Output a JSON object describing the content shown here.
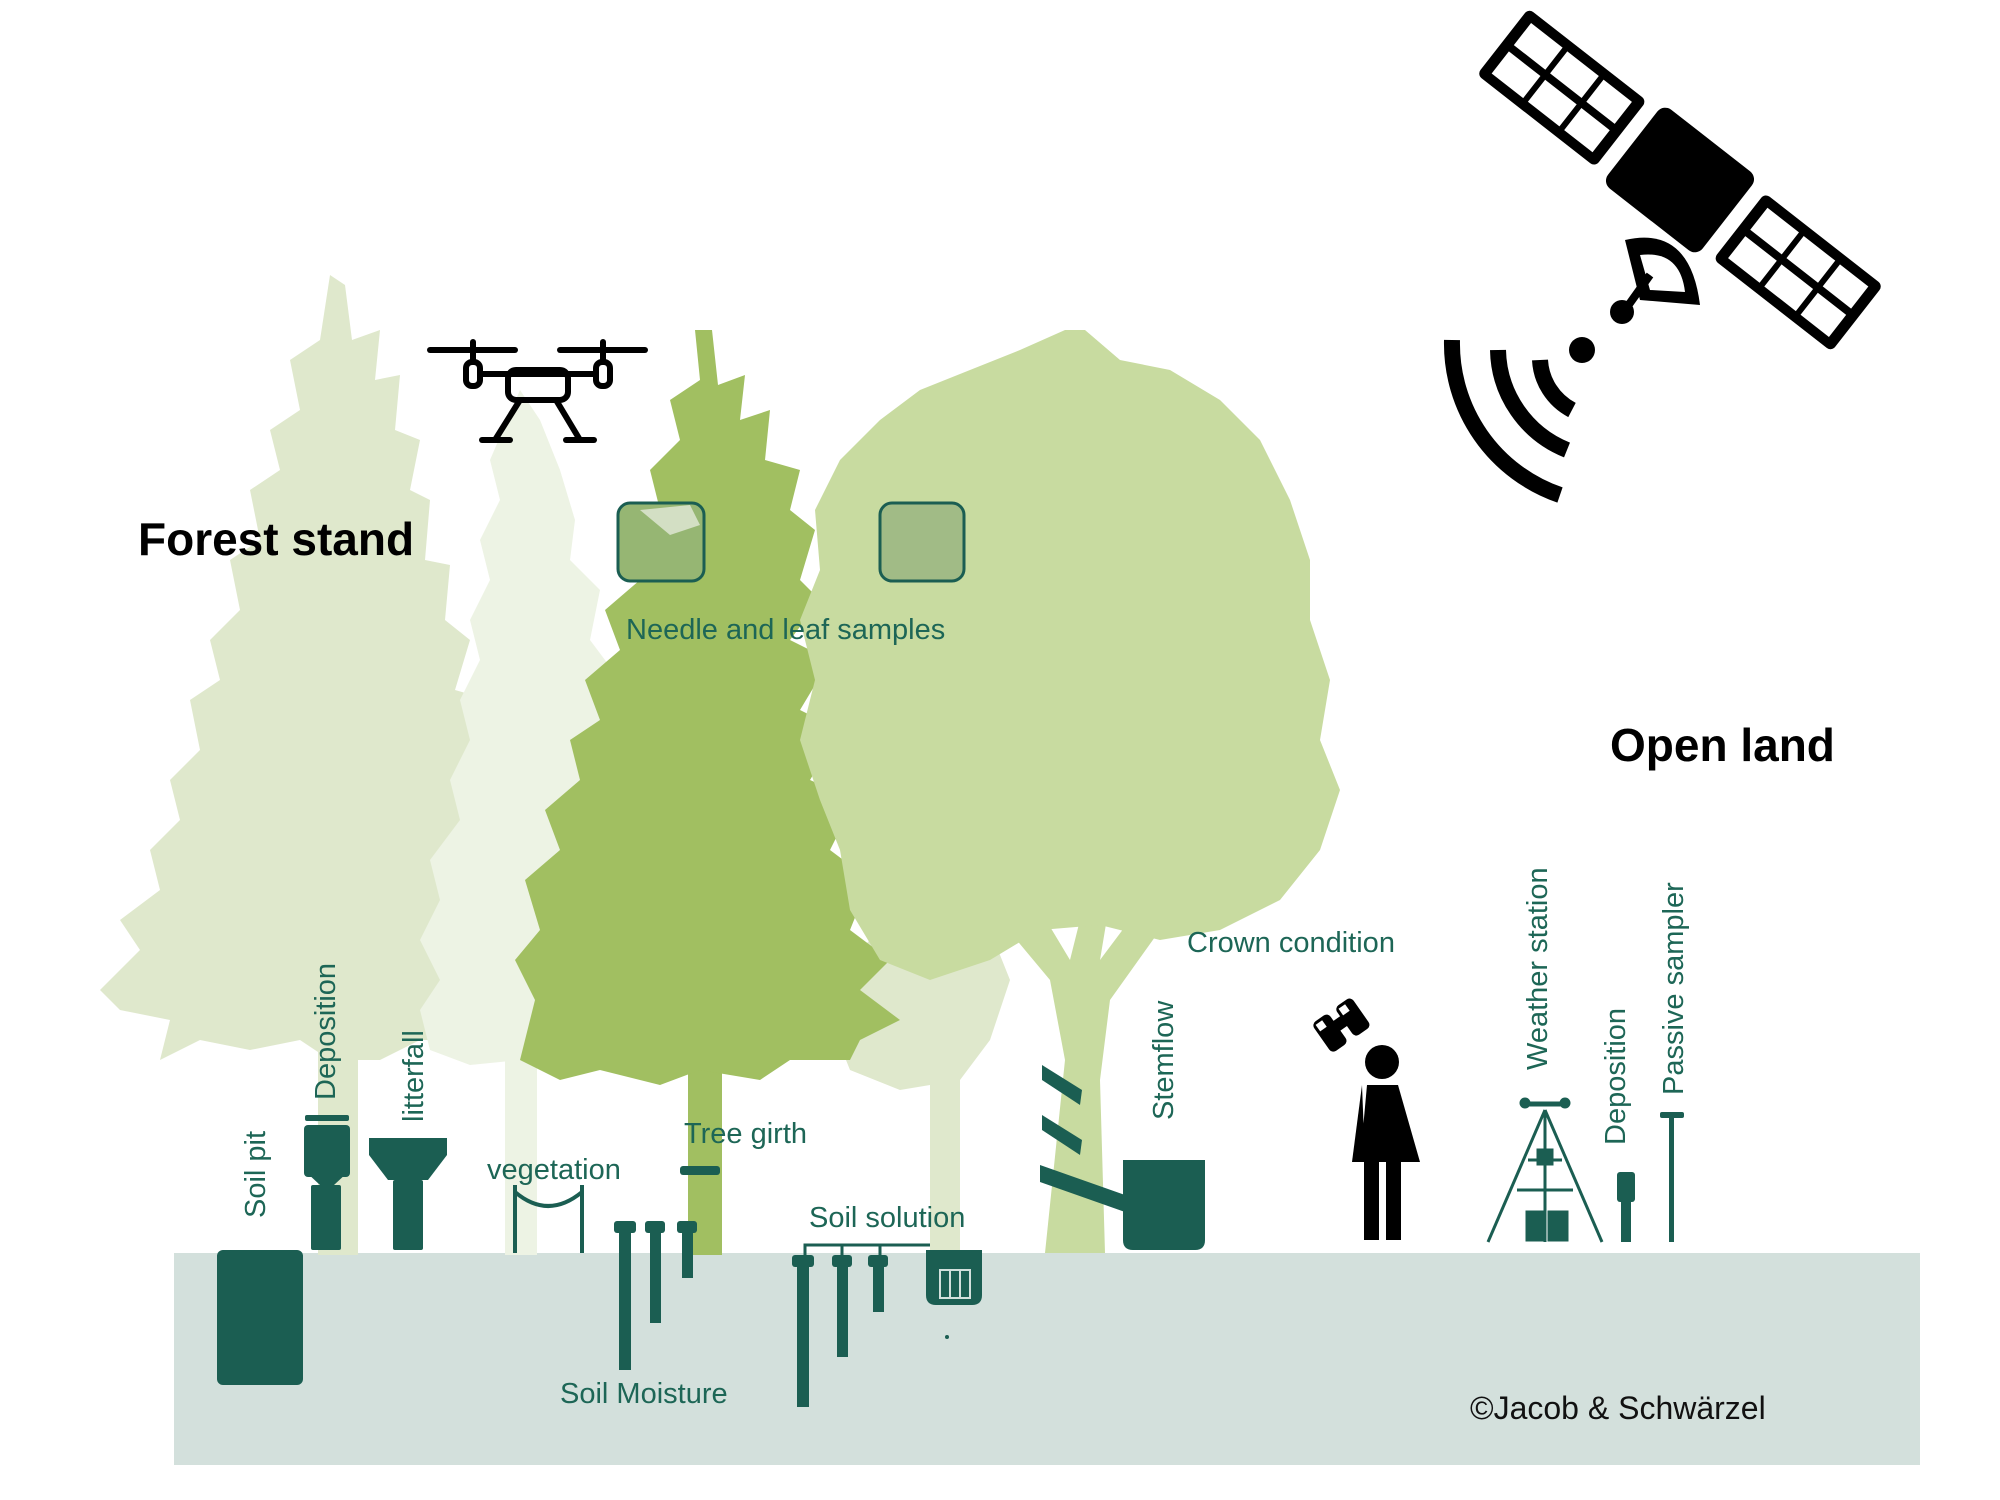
{
  "labels": {
    "forest_stand": "Forest stand",
    "open_land": "Open land",
    "needle_leaf_samples": "Needle and leaf samples",
    "crown_condition": "Crown condition",
    "soil_pit": "Soil pit",
    "deposition_forest": "Deposition",
    "litterfall": "litterfall",
    "vegetation": "vegetation",
    "tree_girth": "Tree girth",
    "soil_solution": "Soil solution",
    "soil_moisture": "Soil Moisture",
    "stemflow": "Stemflow",
    "weather_station": "Weather station",
    "deposition_open": "Deposition",
    "passive_sampler": "Passive sampler",
    "copyright": "©Jacob & Schwärzel"
  },
  "colors": {
    "instrument": "#1b5e52",
    "label": "#1d6656",
    "soil": "#d3e0dc",
    "tree_pale": "#dfe8cc",
    "tree_mid": "#d6e4bb",
    "tree_spruce": "#a1bf61",
    "tree_beech": "#c8dba0",
    "tree_faint": "#edf3e4"
  },
  "icons": [
    "drone-icon",
    "satellite-icon",
    "signal-waves-icon",
    "person-icon",
    "binoculars-icon",
    "weather-station-icon"
  ]
}
